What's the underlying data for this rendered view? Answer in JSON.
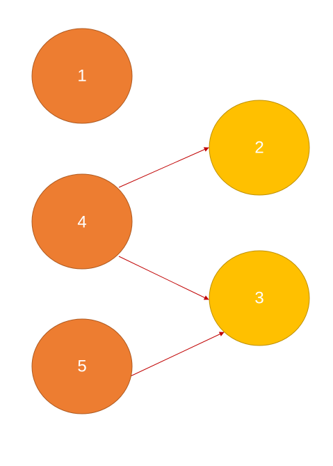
{
  "diagram": {
    "nodes": [
      {
        "id": "1",
        "label": "1",
        "fill": "#ED7D31",
        "stroke": "#AE5A21"
      },
      {
        "id": "2",
        "label": "2",
        "fill": "#FFC000",
        "stroke": "#BF9000"
      },
      {
        "id": "4",
        "label": "4",
        "fill": "#ED7D31",
        "stroke": "#AE5A21"
      },
      {
        "id": "3",
        "label": "3",
        "fill": "#FFC000",
        "stroke": "#BF9000"
      },
      {
        "id": "5",
        "label": "5",
        "fill": "#ED7D31",
        "stroke": "#AE5A21"
      }
    ],
    "edges": [
      {
        "from": "4",
        "to": "2",
        "color": "#C00000"
      },
      {
        "from": "4",
        "to": "3",
        "color": "#C00000"
      },
      {
        "from": "5",
        "to": "3",
        "color": "#C00000"
      }
    ]
  }
}
